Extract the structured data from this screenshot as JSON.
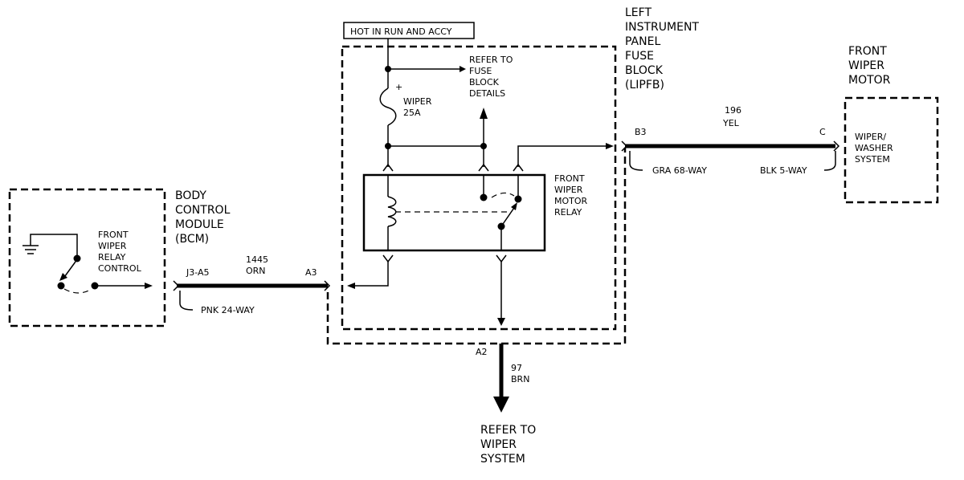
{
  "labels": {
    "hot_in_run": "HOT IN RUN AND ACCY",
    "refer_fuse": [
      "REFER TO",
      "FUSE",
      "BLOCK",
      "DETAILS"
    ],
    "fuse_plus": "+",
    "fuse_name": [
      "WIPER",
      "25A"
    ],
    "lipfb": [
      "LEFT",
      "INSTRUMENT",
      "PANEL",
      "FUSE",
      "BLOCK",
      "(LIPFB)"
    ],
    "wire_196": [
      "196",
      "YEL"
    ],
    "pin_b3": "B3",
    "pin_c": "C",
    "conn_gra": "GRA 68-WAY",
    "conn_blk": "BLK 5-WAY",
    "front_wiper_motor": [
      "FRONT",
      "WIPER",
      "MOTOR"
    ],
    "motor_inner": [
      "WIPER/",
      "WASHER",
      "SYSTEM"
    ],
    "relay_label": [
      "FRONT",
      "WIPER",
      "MOTOR",
      "RELAY"
    ],
    "bcm": [
      "BODY",
      "CONTROL",
      "MODULE",
      "(BCM)"
    ],
    "relay_control": [
      "FRONT",
      "WIPER",
      "RELAY",
      "CONTROL"
    ],
    "pin_j3": "J3-A5",
    "wire_1445": [
      "1445",
      "ORN"
    ],
    "pin_a3": "A3",
    "conn_pnk": "PNK 24-WAY",
    "pin_a2": "A2",
    "wire_97": [
      "97",
      "BRN"
    ],
    "refer_wiper": [
      "REFER TO",
      "WIPER",
      "SYSTEM"
    ]
  }
}
